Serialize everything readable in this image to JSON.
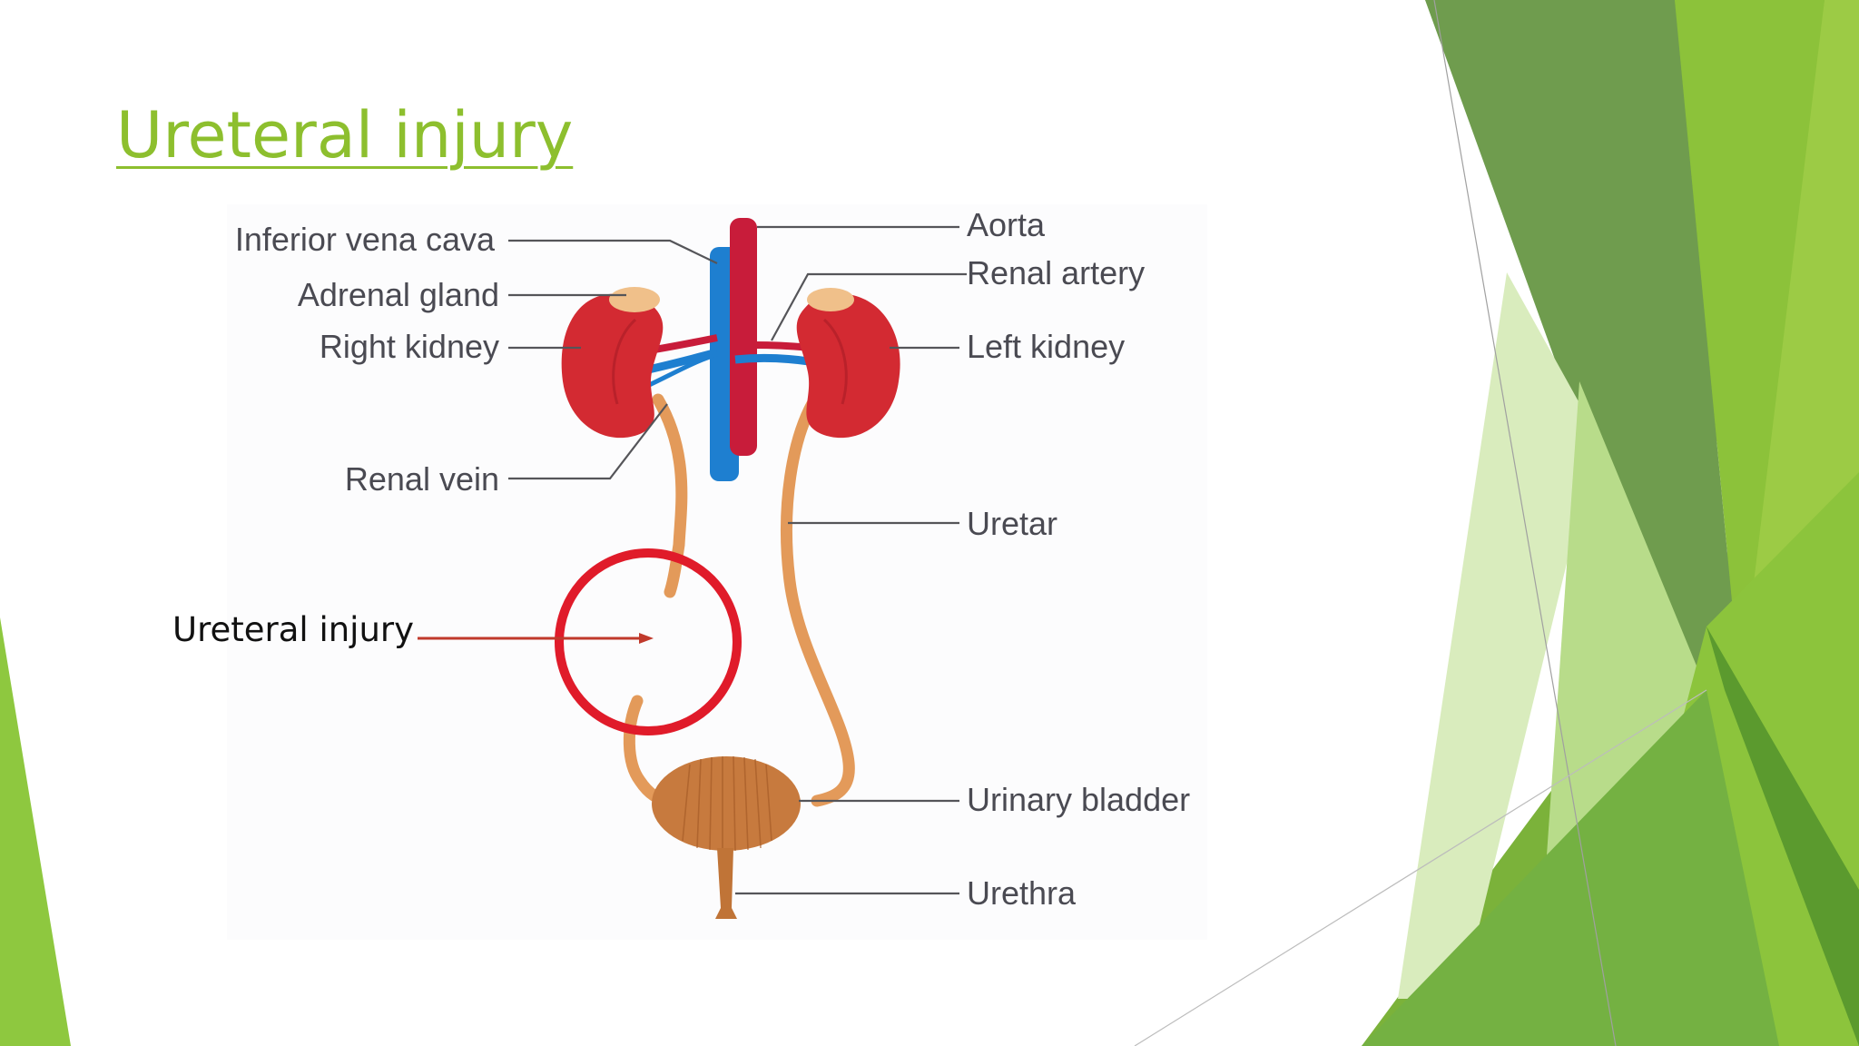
{
  "slide": {
    "title": "Ureteral injury",
    "callout": {
      "label": "Ureteral injury"
    }
  },
  "diagram": {
    "labels": {
      "inferior_vena_cava": "Inferior vena cava",
      "adrenal_gland": "Adrenal gland",
      "right_kidney": "Right kidney",
      "renal_vein": "Renal vein",
      "aorta": "Aorta",
      "renal_artery": "Renal artery",
      "left_kidney": "Left kidney",
      "uretar": "Uretar",
      "urinary_bladder": "Urinary bladder",
      "urethra": "Urethra"
    }
  },
  "colors": {
    "title_green": "#8dbf2e",
    "kidney_red": "#d32a32",
    "vein_blue": "#1e7fd0",
    "aorta_red": "#c81c3a",
    "ureter_orange": "#e39a5a",
    "bladder_brown": "#c77a3e",
    "injury_circle": "#e01b2a",
    "callout_arrow": "#c0392b"
  }
}
